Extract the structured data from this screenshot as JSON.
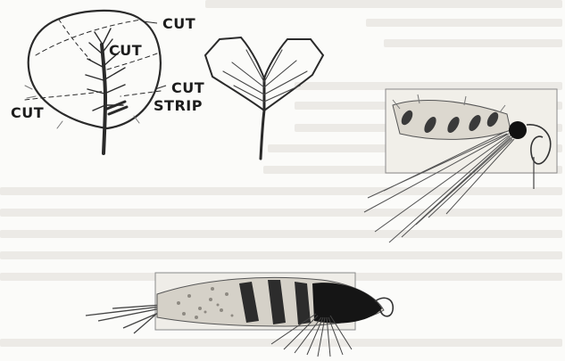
{
  "labels": {
    "cut_top_right": "CUT",
    "cut_center": "CUT",
    "cut_right": "CUT",
    "cut_left": "CUT",
    "strip": "STRIP"
  }
}
